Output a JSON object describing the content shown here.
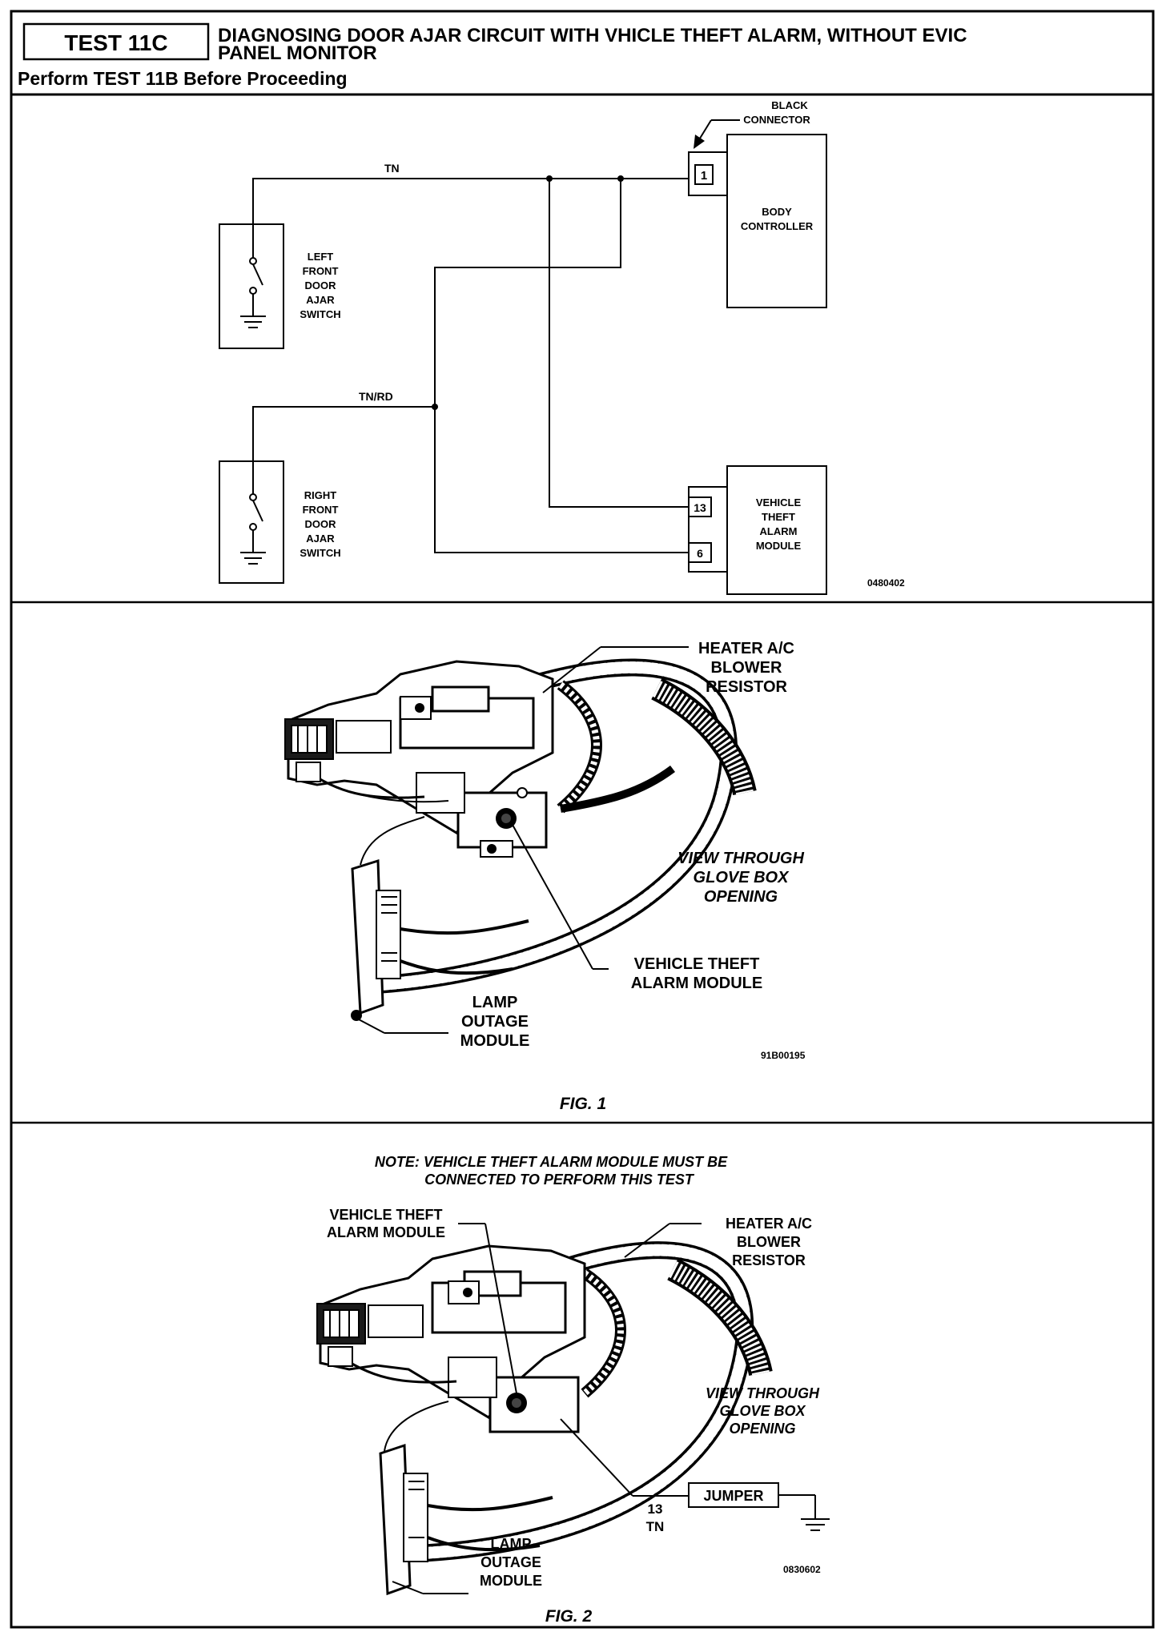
{
  "header": {
    "test_id": "TEST 11C",
    "title_line1": "DIAGNOSING DOOR AJAR CIRCUIT WITH VHICLE THEFT ALARM, WITHOUT EVIC",
    "title_line2": "PANEL MONITOR",
    "prereq": "Perform TEST 11B Before Proceeding"
  },
  "schematic": {
    "wire_tn": "TN",
    "wire_tn_rd": "TN/RD",
    "black_connector": [
      "BLACK",
      "CONNECTOR"
    ],
    "body_controller": [
      "BODY",
      "CONTROLLER"
    ],
    "left_switch": [
      "LEFT",
      "FRONT",
      "DOOR",
      "AJAR",
      "SWITCH"
    ],
    "right_switch": [
      "RIGHT",
      "FRONT",
      "DOOR",
      "AJAR",
      "SWITCH"
    ],
    "vta_module": [
      "VEHICLE",
      "THEFT",
      "ALARM",
      "MODULE"
    ],
    "pin_bc": "1",
    "pin_vta_13": "13",
    "pin_vta_6": "6",
    "ref": "0480402"
  },
  "fig1": {
    "caption": "FIG. 1",
    "heater": [
      "HEATER A/C",
      "BLOWER",
      "RESISTOR"
    ],
    "view": [
      "VIEW THROUGH",
      "GLOVE BOX",
      "OPENING"
    ],
    "vta": [
      "VEHICLE THEFT",
      "ALARM MODULE"
    ],
    "lamp": [
      "LAMP",
      "OUTAGE",
      "MODULE"
    ],
    "ref": "91B00195"
  },
  "fig2": {
    "caption": "FIG. 2",
    "note": [
      "NOTE:  VEHICLE THEFT ALARM MODULE MUST BE",
      "CONNECTED TO PERFORM THIS TEST"
    ],
    "vta": [
      "VEHICLE THEFT",
      "ALARM MODULE"
    ],
    "heater": [
      "HEATER A/C",
      "BLOWER",
      "RESISTOR"
    ],
    "view": [
      "VIEW THROUGH",
      "GLOVE BOX",
      "OPENING"
    ],
    "jumper": "JUMPER",
    "pin": "13",
    "wire": "TN",
    "lamp": [
      "LAMP",
      "OUTAGE",
      "MODULE"
    ],
    "ref": "0830602"
  }
}
